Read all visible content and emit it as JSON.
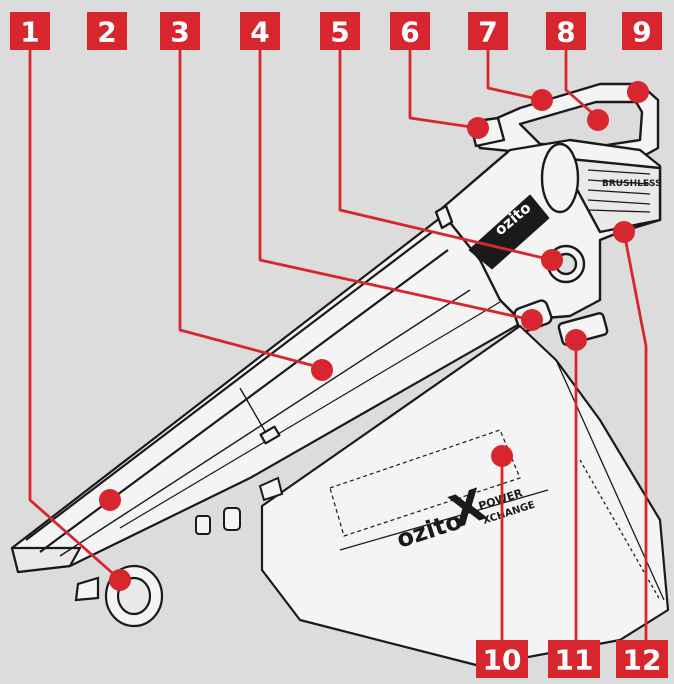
{
  "callouts": [
    {
      "label": "1"
    },
    {
      "label": "2"
    },
    {
      "label": "3"
    },
    {
      "label": "4"
    },
    {
      "label": "5"
    },
    {
      "label": "6"
    },
    {
      "label": "7"
    },
    {
      "label": "8"
    },
    {
      "label": "9"
    },
    {
      "label": "10"
    },
    {
      "label": "11"
    },
    {
      "label": "12"
    }
  ],
  "product": {
    "brand": "ozito",
    "brand_mark": "X",
    "series_line1": "POWER",
    "series_line2": "XCHANGE",
    "motor_label": "BRUSHLESS"
  },
  "colors": {
    "background": "#dcdcdc",
    "callout": "#d7262e",
    "outline": "#1a1a1a",
    "body": "#f4f4f4"
  }
}
